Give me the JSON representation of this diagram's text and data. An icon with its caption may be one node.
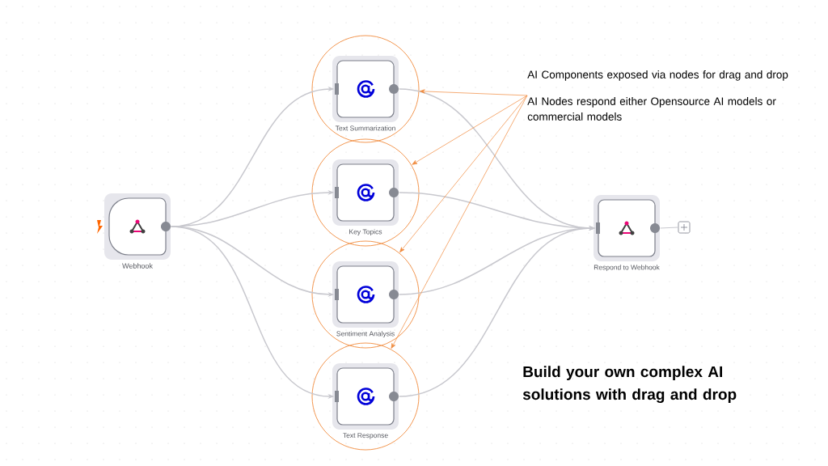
{
  "diagram": {
    "nodes": [
      {
        "text": [
          "Webhook"
        ]
      },
      {
        "text": [],
        "shape": "circle"
      },
      {
        "text": [
          "Text Summarization"
        ],
        "in": 1
      },
      {
        "text": [],
        "shape": "circle"
      },
      {
        "text": [
          "Key Topics"
        ],
        "in": 3
      },
      {
        "text": [],
        "shape": "circle"
      },
      {
        "text": [
          "Sentiment Analysis"
        ],
        "in": 5
      },
      {
        "text": [],
        "shape": "circle"
      },
      {
        "text": [
          "Text Response"
        ],
        "in": 7
      },
      {
        "text": [
          "Respond to Webhook"
        ]
      },
      {
        "text": [],
        "shape": "box"
      },
      {
        "text": [
          "AI Components exposed via nodes for drag and drop",
          "AI Nodes respond either Opensource AI models or commercial models"
        ]
      }
    ],
    "edges": [
      {
        "from": 0,
        "to": 2,
        "arrow": "to"
      },
      {
        "from": 0,
        "to": 4,
        "arrow": "to"
      },
      {
        "from": 0,
        "to": 6,
        "arrow": "to"
      },
      {
        "from": 0,
        "to": 8,
        "arrow": "to"
      },
      {
        "from": 2,
        "to": 9,
        "arrow": "to"
      },
      {
        "from": 4,
        "to": 9,
        "arrow": "to"
      },
      {
        "from": 6,
        "to": 9,
        "arrow": "to"
      },
      {
        "from": 8,
        "to": 9,
        "arrow": "to"
      },
      {
        "from": 9,
        "to": 10,
        "arrow": "none"
      },
      {
        "from": 11,
        "to": 1,
        "arrow": "to",
        "color": "#f08a3c"
      },
      {
        "from": 11,
        "to": 3,
        "arrow": "to",
        "color": "#f08a3c"
      },
      {
        "from": 11,
        "to": 5,
        "arrow": "to",
        "color": "#f08a3c"
      },
      {
        "from": 11,
        "to": 7,
        "arrow": "to",
        "color": "#f08a3c"
      }
    ],
    "labels": [
      "Build your own complex AI solutions with drag and drop"
    ]
  }
}
